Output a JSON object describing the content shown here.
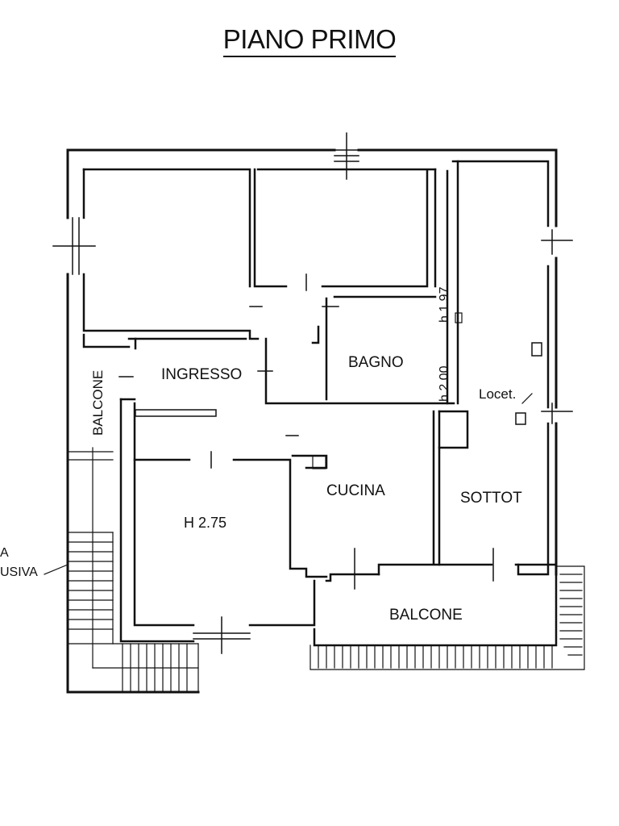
{
  "title": "PIANO PRIMO",
  "rooms": {
    "ingresso": "INGRESSO",
    "bagno": "BAGNO",
    "cucina": "CUCINA",
    "sottot": "SOTTOT",
    "room_height": "H 2.75",
    "balcone_bottom": "BALCONE",
    "balcone_left": "BALCONE",
    "locet": "Locet."
  },
  "heights": {
    "bagno_h1": "h 1.97",
    "bagno_h2": "h 2.00"
  },
  "edge_note": {
    "line1": "A",
    "line2": "USIVA"
  }
}
